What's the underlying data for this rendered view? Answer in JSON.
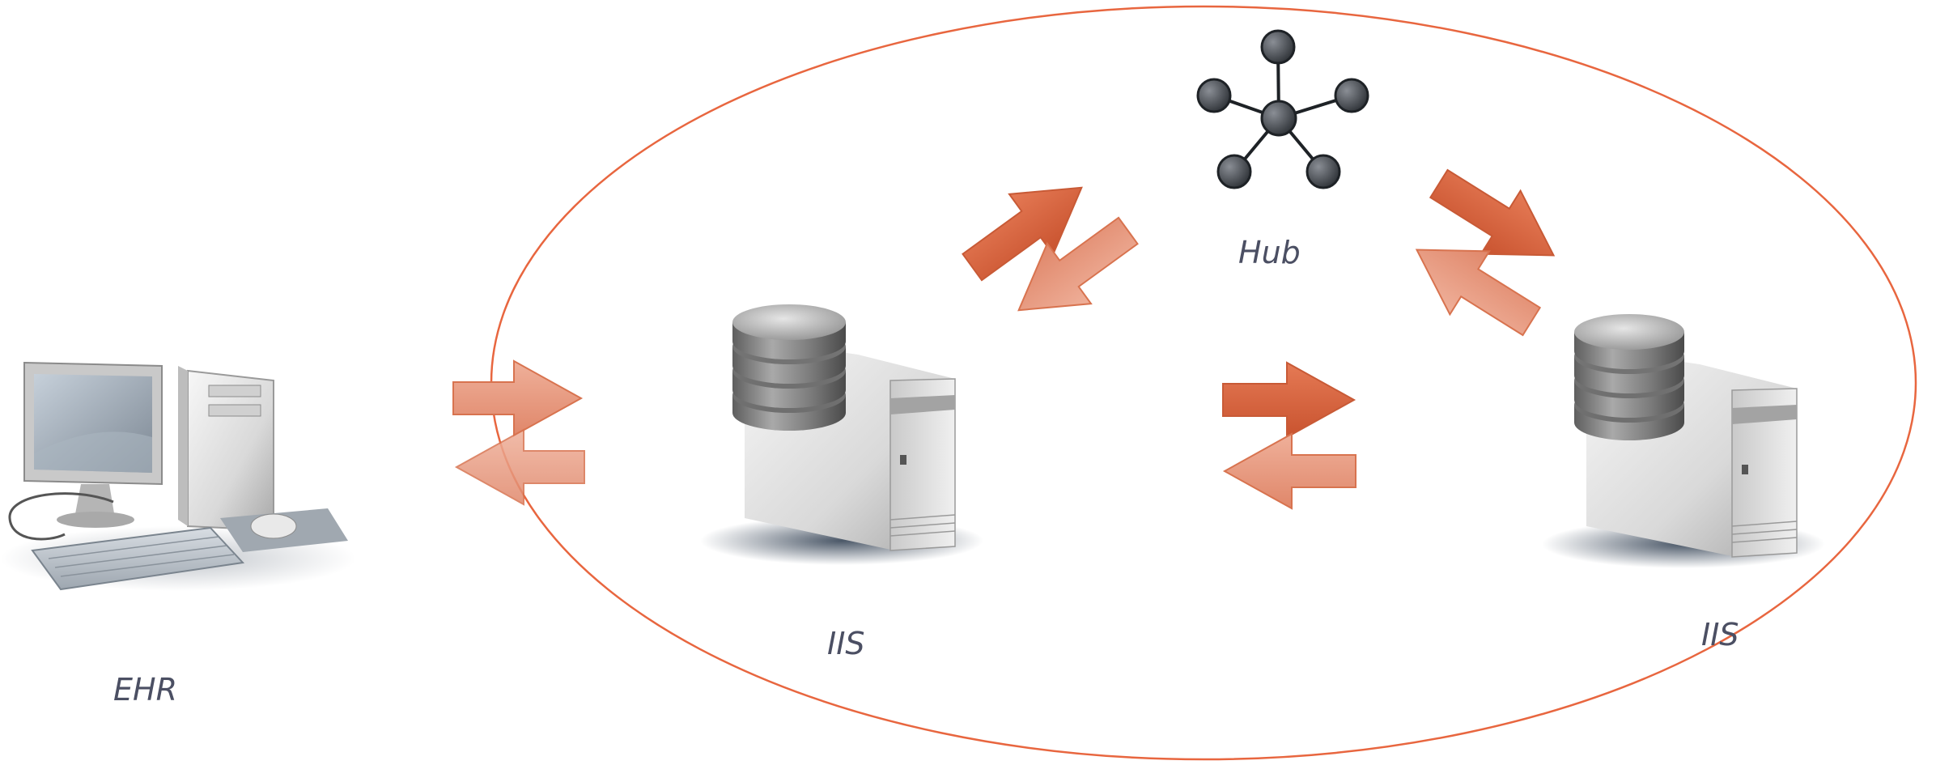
{
  "diagram": {
    "labels": {
      "ehr": "EHR",
      "iis_left": "IIS",
      "iis_right": "IIS",
      "hub": "Hub"
    },
    "colors": {
      "ellipse": "#e8663f",
      "arrow_dark": "#d4603d",
      "arrow_light": "#e89a80",
      "label": "#4b4f63"
    },
    "icons": {
      "ehr": "desktop-computer-icon",
      "iis": "database-server-icon",
      "hub": "hub-network-icon"
    }
  }
}
